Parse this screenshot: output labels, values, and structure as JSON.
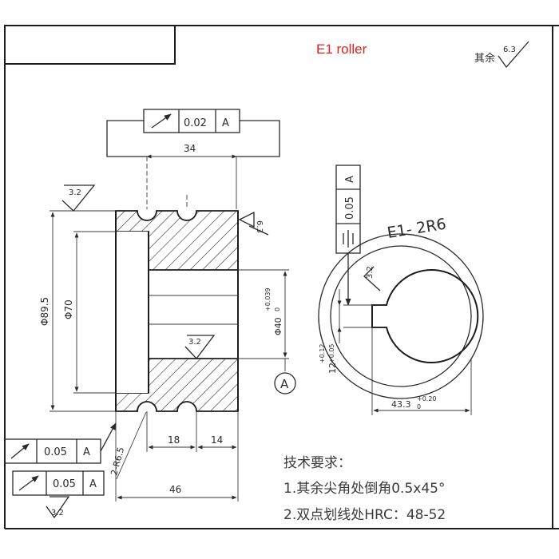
{
  "title": "E1 roller",
  "colors": {
    "title": "#e02020",
    "ink": "#2a2a2a",
    "paper": "#ffffff"
  },
  "surface_roughness": {
    "general_label": "其余",
    "general_value": "6.3",
    "outer_face": "3.2",
    "right_face": "6.3",
    "bore": "3.2",
    "keyway_side": "3.2",
    "bottom_fcf": "3.2"
  },
  "tolerance_frames": {
    "top": {
      "symbol": "circular-runout-icon",
      "value": "0.02",
      "datum": "A"
    },
    "left_upper": {
      "symbol": "circular-runout-icon",
      "value": "0.05",
      "datum": "A"
    },
    "left_lower": {
      "symbol": "circular-runout-icon",
      "value": "0.05",
      "datum": "A"
    },
    "keyway": {
      "symbol": "symmetry-icon",
      "value": "0.05",
      "datum": "A"
    }
  },
  "dimensions": {
    "top_width": "34",
    "outer_diameter": "Φ89.5",
    "inner_diameter": "Φ70",
    "bore": "Φ40",
    "bore_tol_upper": "+0.039",
    "bore_tol_lower": "0",
    "groove_pitch_1": "18",
    "groove_pitch_2": "14",
    "groove_radius": "2-R6.5",
    "total_width": "46",
    "key_width": "12",
    "key_width_tol_upper": "+0.12",
    "key_width_tol_lower": "+0.05",
    "key_depth": "43.3",
    "key_depth_tol_upper": "+0.20",
    "key_depth_tol_lower": "0"
  },
  "datum_label": "A",
  "engraving": "E1- 2R6",
  "notes": {
    "heading": "技术要求：",
    "item1": "1.其余尖角处倒角0.5x45°",
    "item2": "2.双点划线处HRC：48-52"
  }
}
